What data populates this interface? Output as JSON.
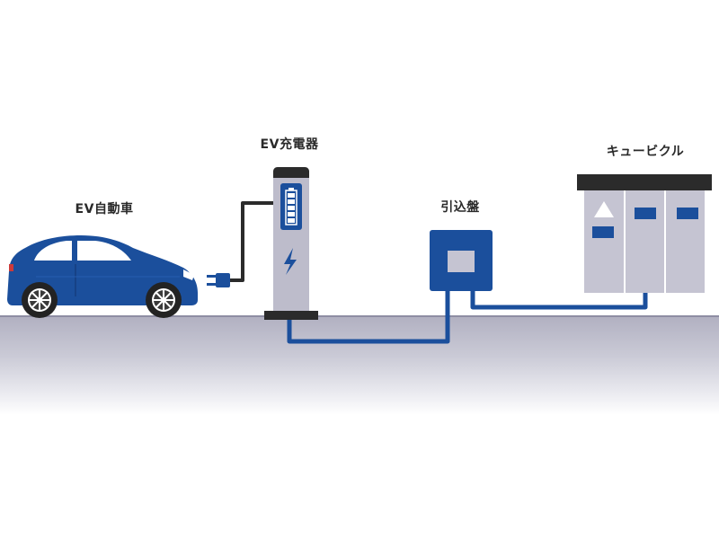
{
  "labels": {
    "ev_car": "EV自動車",
    "ev_charger": "EV充電器",
    "incoming_panel": "引込盤",
    "cubicle": "キュービクル"
  },
  "colors": {
    "blue": "#1b4f9c",
    "dark_blue": "#163e7e",
    "charger_gray": "#bdbccb",
    "cubicle_gray": "#c5c4d2",
    "dark": "#2b2b2b",
    "ground": "#b1b0c1",
    "window": "#ffffff"
  },
  "icons": {
    "battery": "battery-icon",
    "lightning": "lightning-bolt-icon",
    "plug": "plug-icon",
    "warning_triangle": "triangle-icon"
  }
}
